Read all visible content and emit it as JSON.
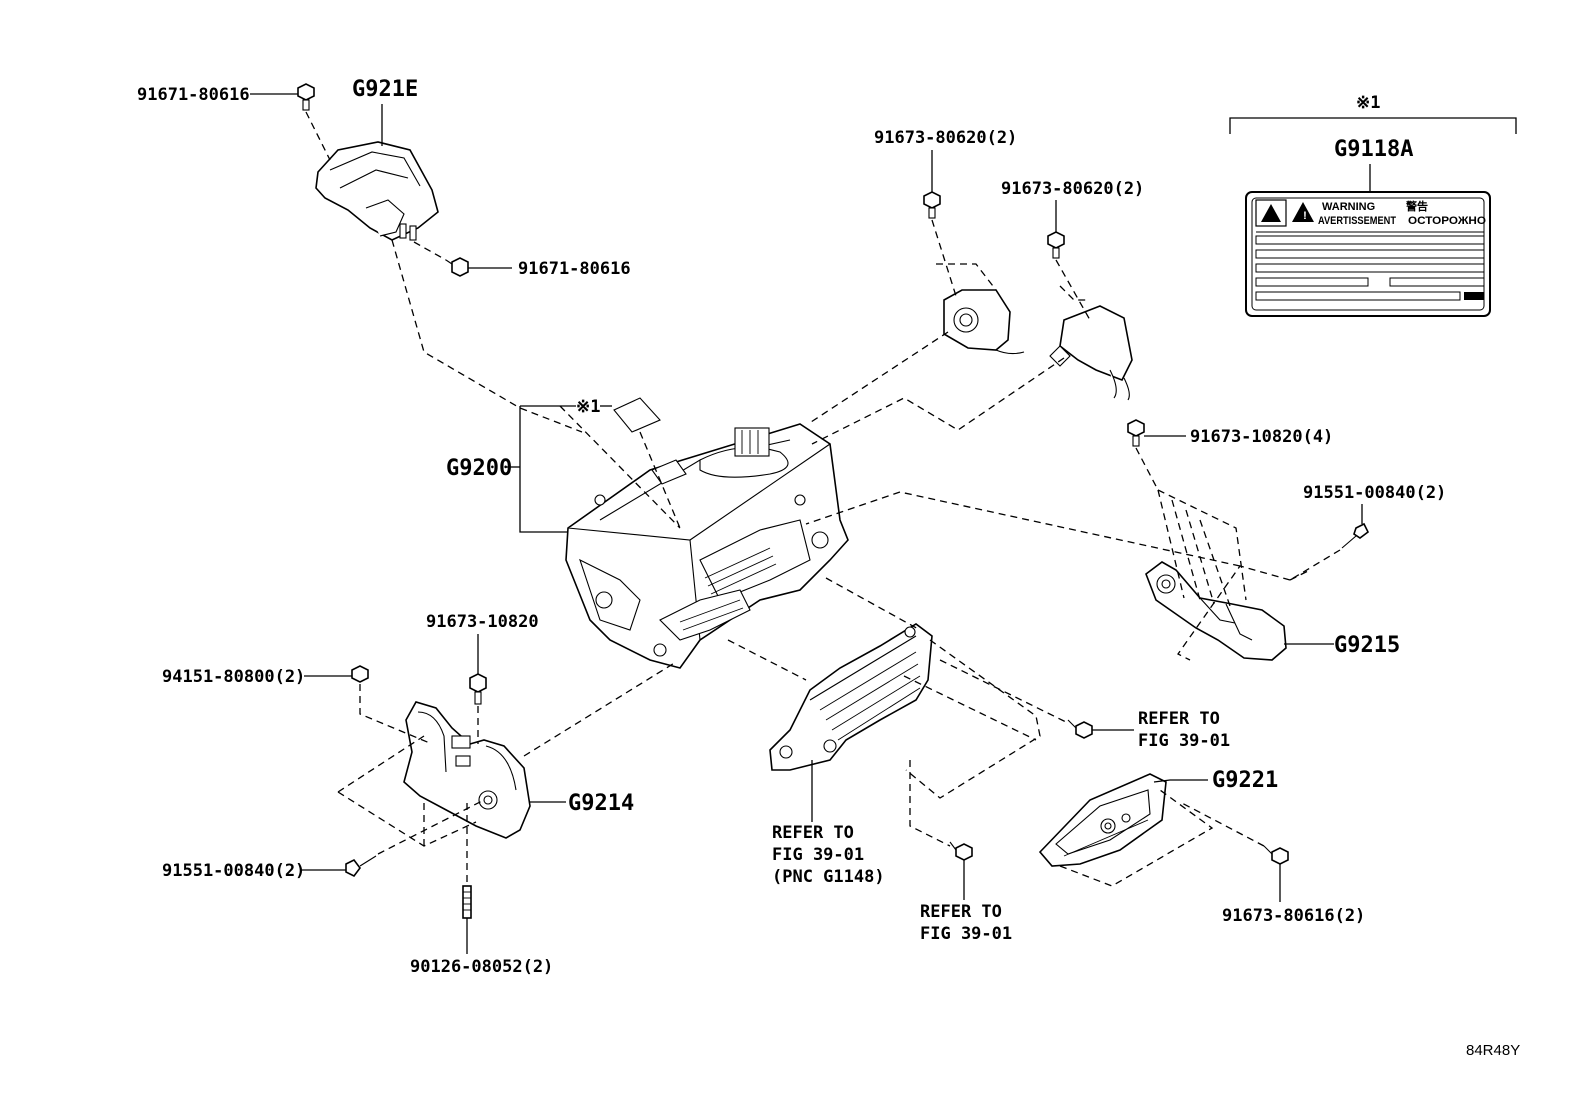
{
  "part_numbers": {
    "p91671_80616_top": "91671-80616",
    "p91671_80616_mid": "91671-80616",
    "p91673_80620_a": "91673-80620(2)",
    "p91673_80620_b": "91673-80620(2)",
    "p91673_10820_4": "91673-10820(4)",
    "p91551_00840_right": "91551-00840(2)",
    "p91673_10820": "91673-10820",
    "p94151_80800": "94151-80800(2)",
    "p91551_00840_left": "91551-00840(2)",
    "p90126_08052": "90126-08052(2)",
    "p91673_80616": "91673-80616(2)"
  },
  "pnc": {
    "g921e": "G921E",
    "g9118a": "G9118A",
    "g9200": "G9200",
    "g9215": "G9215",
    "g9214": "G9214",
    "g9221": "G9221"
  },
  "notes": {
    "kome1_label": "※1",
    "kome1_inline": "※1",
    "refer_right_1": "REFER TO",
    "refer_right_2": "FIG 39-01",
    "refer_center_1": "REFER TO",
    "refer_center_2": "FIG 39-01",
    "refer_center_3": "(PNC G1148)",
    "refer_bottom_1": "REFER TO",
    "refer_bottom_2": "FIG 39-01"
  },
  "warning_label": {
    "warning": "WARNING",
    "avertissement": "AVERTISSEMENT",
    "kanji": "警告",
    "russian": "ОСТОРОЖНО"
  },
  "illustration_code": "84R48Y"
}
